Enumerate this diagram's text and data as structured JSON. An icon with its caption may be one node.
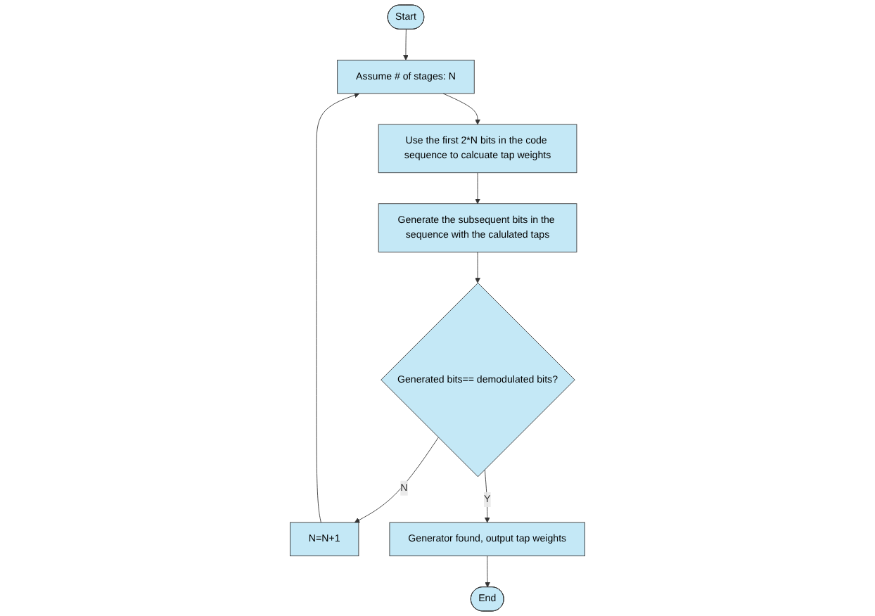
{
  "diagram": {
    "nodes": [
      {
        "text": [
          "Start"
        ]
      },
      {
        "text": [
          "Assume # of stages: N"
        ]
      },
      {
        "text": [
          "Use the first 2*N bits in the code sequence to calcuate tap weights"
        ]
      },
      {
        "text": [
          "Generate the subsequent bits in the sequence with the calulated taps"
        ]
      },
      {
        "text": [
          "N=N+1"
        ]
      },
      {
        "text": [
          "Generated bits== demodulated bits?"
        ]
      },
      {
        "text": [
          "Generator found, output tap weights"
        ]
      },
      {
        "text": [
          "End"
        ]
      }
    ],
    "edges": [
      {
        "from": 0,
        "to": 1,
        "arrow": "to"
      },
      {
        "from": 1,
        "to": 2,
        "arrow": "to"
      },
      {
        "from": 2,
        "to": 3,
        "arrow": "to"
      },
      {
        "from": 3,
        "to": 5,
        "arrow": "to"
      },
      {
        "from": 5,
        "to": 4,
        "arrow": "to",
        "label": "N"
      },
      {
        "from": 4,
        "to": 1,
        "arrow": "to"
      },
      {
        "from": 5,
        "to": 6,
        "arrow": "to",
        "label": "Y"
      },
      {
        "from": 6,
        "to": 7,
        "arrow": "to"
      }
    ]
  }
}
